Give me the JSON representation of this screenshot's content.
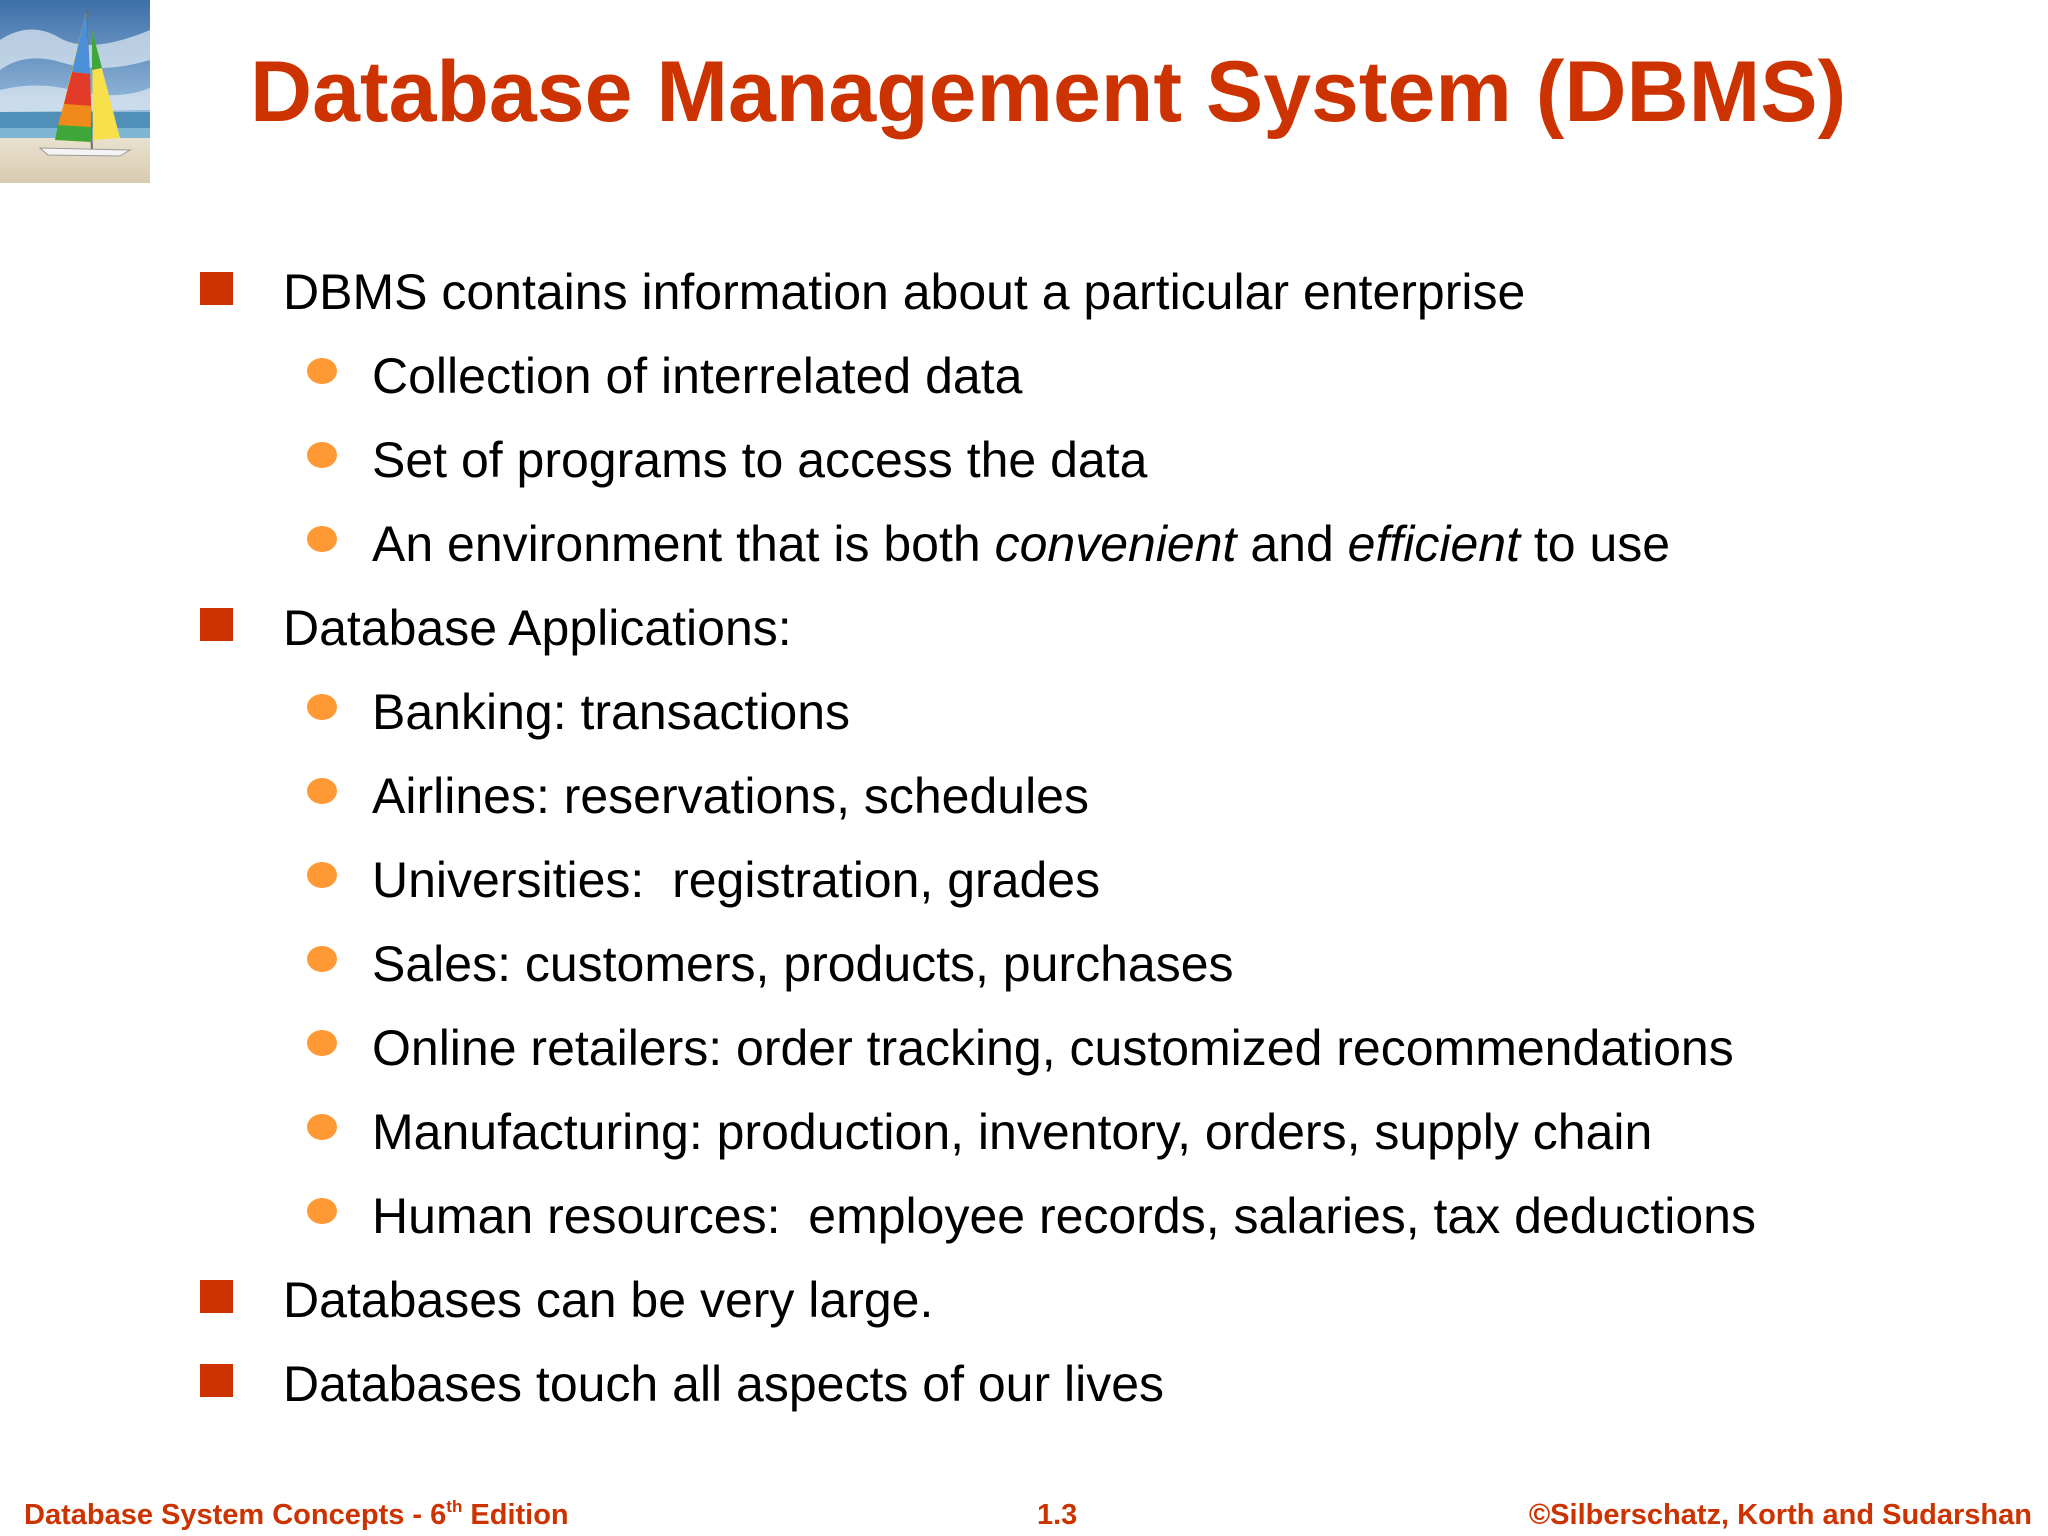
{
  "colors": {
    "title": "#cc3300",
    "square_bullet": "#cc3300",
    "round_bullet": "#ff9933",
    "body_text": "#000000",
    "footer": "#cc3300"
  },
  "logo": {
    "icon": "sailboat-beach-icon"
  },
  "title": "Database Management System (DBMS)",
  "bullets": {
    "b1": "DBMS contains information about a particular enterprise",
    "b1_sub1": "Collection of interrelated data",
    "b1_sub2": "Set of programs to access the data",
    "b1_sub3_pre": "An environment that is both ",
    "b1_sub3_em1": "convenient",
    "b1_sub3_mid": " and ",
    "b1_sub3_em2": "efficient",
    "b1_sub3_post": " to use",
    "b2": "Database Applications:",
    "b2_sub1": "Banking: transactions",
    "b2_sub2": "Airlines: reservations, schedules",
    "b2_sub3": "Universities:  registration, grades",
    "b2_sub4": "Sales: customers, products, purchases",
    "b2_sub5": "Online retailers: order tracking, customized recommendations",
    "b2_sub6": "Manufacturing: production, inventory, orders, supply chain",
    "b2_sub7": "Human resources:  employee records, salaries, tax deductions",
    "b3": "Databases can be very large.",
    "b4": "Databases touch all aspects of our lives"
  },
  "footer": {
    "left_pre": "Database System Concepts - 6",
    "left_sup": "th",
    "left_post": " Edition",
    "center": "1.3",
    "right": "©Silberschatz, Korth and Sudarshan"
  }
}
